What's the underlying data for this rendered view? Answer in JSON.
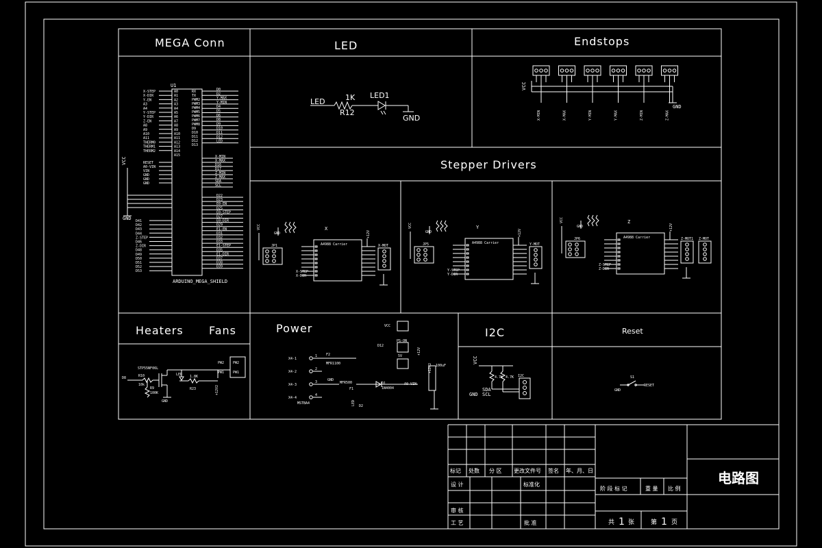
{
  "sections": {
    "mega_conn": "MEGA Conn",
    "led": "LED",
    "endstops": "Endstops",
    "stepper_drivers": "Stepper Drivers",
    "heaters": "Heaters",
    "fans": "Fans",
    "power": "Power",
    "i2c": "I2C",
    "reset": "Reset"
  },
  "led_circuit": {
    "net_in": "LED",
    "resistor_value": "1K",
    "resistor_ref": "R12",
    "led_ref": "LED1",
    "ground": "GND"
  },
  "mega_connector": {
    "ref": "U1",
    "part": "ARDUINO_MEGA_SHIELD",
    "left_nets": [
      "X-STEP",
      "X-DIR",
      "Y-EN",
      "A3",
      "A4",
      "Y-STEP",
      "Y-DIR",
      "Z-EN",
      "A8",
      "A9",
      "A10",
      "A11",
      "THERM0",
      "THERM1",
      "THERM2"
    ],
    "left_pins": [
      "A0",
      "A1",
      "A2",
      "A3",
      "A4",
      "A5",
      "A6",
      "A7",
      "A8",
      "A9",
      "A10",
      "A11",
      "A12",
      "A13",
      "A14",
      "A15"
    ],
    "right_pins": [
      "RX",
      "TX",
      "PWM2",
      "PWM3",
      "PWM4",
      "PWM5",
      "PWM6",
      "PWM7",
      "PWM8",
      "D9",
      "D10",
      "D11",
      "D12",
      "D13"
    ],
    "right_nets": [
      "D0",
      "D2",
      "Y-MAX",
      "Y-MIN",
      "D4",
      "D5",
      "D6",
      "D8",
      "D9",
      "D10",
      "D11",
      "D12",
      "LED"
    ],
    "lower_right_nets": [
      "X-MIN",
      "X-MAX",
      "D16",
      "D17",
      "Z-MIN",
      "Z-MAX",
      "SDA",
      "SCL"
    ],
    "power_nets": [
      "RESET",
      "A0-VIN",
      "VIN",
      "GND",
      "GND",
      "GND"
    ],
    "bottom_right_nets": [
      "D22",
      "D23",
      "E0-EN",
      "D25",
      "E0-STEP",
      "D27",
      "E0-DIR",
      "D29",
      "E1-EN",
      "D31",
      "D32",
      "D33",
      "E1-STEP",
      "D35",
      "E1-DIR",
      "D37",
      "D38",
      "D39"
    ],
    "bottom_left_nets": [
      "D41",
      "D42",
      "D43",
      "D44",
      "Z-STEP",
      "D46",
      "Z-DIR",
      "D48",
      "D49",
      "D50",
      "D51",
      "D52",
      "D53"
    ],
    "vcc": "VCC",
    "gnd": "GND"
  },
  "endstops": {
    "vcc": "VCC",
    "gnd": "GND",
    "nets": [
      "X-MIN",
      "X-MAX",
      "Y-MIN",
      "Y-MAX",
      "Z-MIN",
      "Z-MAX"
    ]
  },
  "steppers": [
    {
      "axis": "X",
      "part": "A4988 Carrier",
      "motor": "X-MOT",
      "step": "X-STEP",
      "dir": "X-DIR",
      "vcc": "VCC",
      "gnd": "GND",
      "vmot": "+12V",
      "jp": "JP1"
    },
    {
      "axis": "Y",
      "part": "A4988 Carrier",
      "motor": "Y-MOT",
      "step": "Y-STEP",
      "dir": "Y-DIR",
      "vcc": "VCC",
      "gnd": "GND",
      "vmot": "+12V",
      "jp": "JP5"
    },
    {
      "axis": "Z",
      "part": "A4988 Carrier",
      "motor1": "Z-MOT1",
      "motor2": "Z-MOT",
      "step": "Z-STEP",
      "dir": "Z-DIR",
      "vcc": "VCC",
      "gnd": "GND",
      "vmot": "+12V",
      "jp": "JP6"
    }
  ],
  "heaters": {
    "mosfet": "STP55NF06L",
    "net": "D8",
    "r1": "R10",
    "r1v": "10k",
    "r2": "R9",
    "r2v": "100K",
    "led": "LED",
    "gnd": "GND",
    "r3v": "1.8K",
    "r3": "R23",
    "vmot": "+12V2",
    "conn_pins": [
      "PW2",
      "PW1"
    ]
  },
  "power": {
    "inputs": [
      "X4-1",
      "X4-2",
      "X4-3",
      "X4-4"
    ],
    "fuse1": "F2",
    "fuse1_part": "MFR1100",
    "fuse2": "F1",
    "fuse2_part": "MFR500",
    "diode": "D1",
    "diode_part": "1N4004",
    "d2": "D2",
    "vin_net": "A0-VIN",
    "vcc": "VCC",
    "ps_on": "PS-ON",
    "d12": "D12",
    "v5": "5V",
    "v12": "+12V",
    "v12b": "+12V2",
    "gnd": "GND",
    "cap": "100uF",
    "connector": "MSTBA4",
    "led": "LED"
  },
  "i2c": {
    "vcc": "VCC",
    "r1": "4.7K",
    "r2": "4.7K",
    "sda": "SDA",
    "scl": "SCL",
    "gnd": "GND",
    "conn": "I2C"
  },
  "reset": {
    "sw": "S1",
    "net": "RESET",
    "gnd": "GND"
  },
  "title_block": {
    "drawing_name": "电路图",
    "headers": [
      "标记",
      "处数",
      "分 区",
      "更改文件号",
      "签名",
      "年、月、日"
    ],
    "row_design": "设 计",
    "row_standard": "标准化",
    "row_check": "审 核",
    "row_process": "工 艺",
    "row_approve": "批 准",
    "stage_cols": [
      "阶 段 标 记",
      "重 量",
      "比 例"
    ],
    "total_prefix": "共",
    "total_value": "1",
    "total_suffix": "张",
    "sheet_prefix": "第",
    "sheet_value": "1",
    "sheet_suffix": "页"
  }
}
